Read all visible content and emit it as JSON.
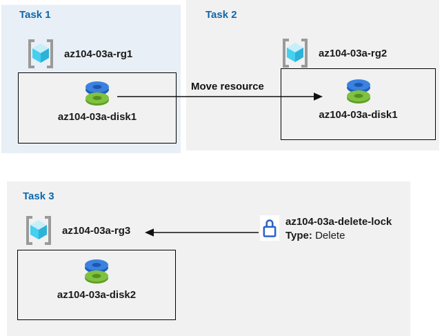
{
  "tasks": [
    {
      "title": "Task 1",
      "resource_group": "az104-03a-rg1",
      "resource": "az104-03a-disk1"
    },
    {
      "title": "Task 2",
      "resource_group": "az104-03a-rg2",
      "resource": "az104-03a-disk1"
    },
    {
      "title": "Task 3",
      "resource_group": "az104-03a-rg3",
      "resource": "az104-03a-disk2",
      "lock": {
        "name": "az104-03a-delete-lock",
        "type_label": "Type:",
        "type_value": "Delete"
      }
    }
  ],
  "annotations": {
    "move_arrow_label": "Move resource"
  },
  "colors": {
    "title_blue": "#0e68ac",
    "panel_task1": "#e9eff6",
    "panel_gray": "#f1f1f1",
    "arrow_black": "#111111",
    "bracket_gray": "#9a9a9a",
    "cube_top": "#c5eff9",
    "cube_left": "#45d0f0",
    "cube_right": "#2db2d8",
    "disk_blue_top": "#3b82de",
    "disk_blue_side": "#1e5fc0",
    "disk_blue_hole": "#1b58b4",
    "disk_green_top": "#7fc241",
    "disk_green_side": "#619f27",
    "disk_green_hole": "#578f1f",
    "lock_blue": "#2a64c8"
  }
}
